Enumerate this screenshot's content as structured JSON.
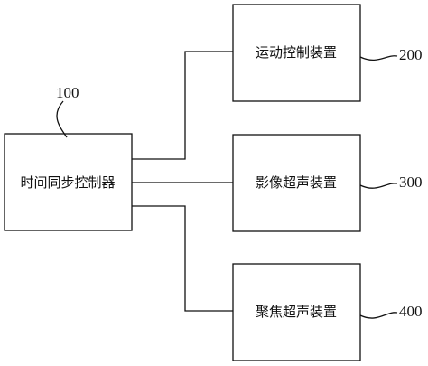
{
  "diagram": {
    "controller": {
      "label": "时间同步控制器",
      "ref": "100"
    },
    "devices": [
      {
        "label": "运动控制装置",
        "ref": "200"
      },
      {
        "label": "影像超声装置",
        "ref": "300"
      },
      {
        "label": "聚焦超声装置",
        "ref": "400"
      }
    ]
  }
}
